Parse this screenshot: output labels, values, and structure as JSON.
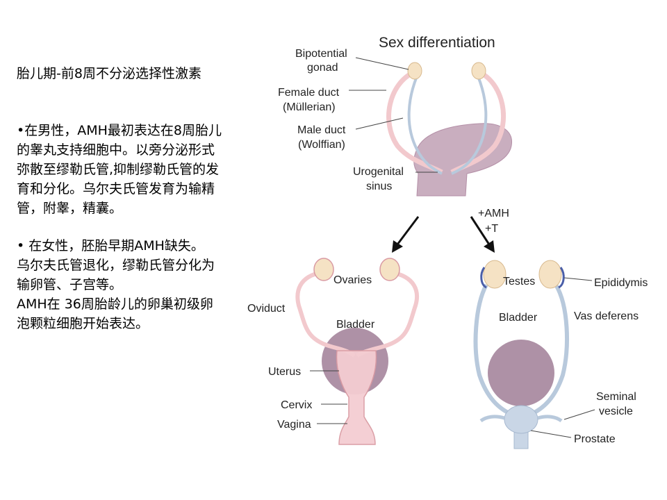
{
  "text": {
    "title": "胎儿期-前8周不分泌选择性激素",
    "male_para": "•在男性，AMH最初表达在8周胎儿的睾丸支持细胞中。以旁分泌形式弥散至缪勒氏管,抑制缪勒氏管的发育和分化。乌尔夫氏管发育为输精管，附睾，精囊。",
    "female_para1": "• 在女性，胚胎早期AMH缺失。",
    "female_para2": "乌尔夫氏管退化，缪勒氏管分化为输卵管、子宫等。",
    "female_para3": "AMH在 36周胎龄儿的卵巢初级卵泡颗粒细胞开始表达。"
  },
  "diagram": {
    "title": "Sex differentiation",
    "top_labels": {
      "bipotential_1": "Bipotential",
      "bipotential_2": "gonad",
      "female_duct_1": "Female duct",
      "female_duct_2": "(Müllerian)",
      "male_duct_1": "Male duct",
      "male_duct_2": "(Wolffian)",
      "urogenital_1": "Urogenital",
      "urogenital_2": "sinus"
    },
    "arrow_labels": {
      "amh": "+AMH",
      "t": "+T"
    },
    "female_labels": {
      "ovaries": "Ovaries",
      "oviduct": "Oviduct",
      "bladder": "Bladder",
      "uterus": "Uterus",
      "cervix": "Cervix",
      "vagina": "Vagina"
    },
    "male_labels": {
      "testes": "Testes",
      "epididymis": "Epididymis",
      "bladder": "Bladder",
      "vas_deferens": "Vas deferens",
      "seminal_1": "Seminal",
      "seminal_2": "vesicle",
      "prostate": "Prostate"
    },
    "colors": {
      "pink_duct": "#f2c9cd",
      "pink_outline": "#d99aa2",
      "blue_duct": "#b8c9dc",
      "bladder": "#a07e97",
      "gonad": "#f5e2c4"
    }
  }
}
